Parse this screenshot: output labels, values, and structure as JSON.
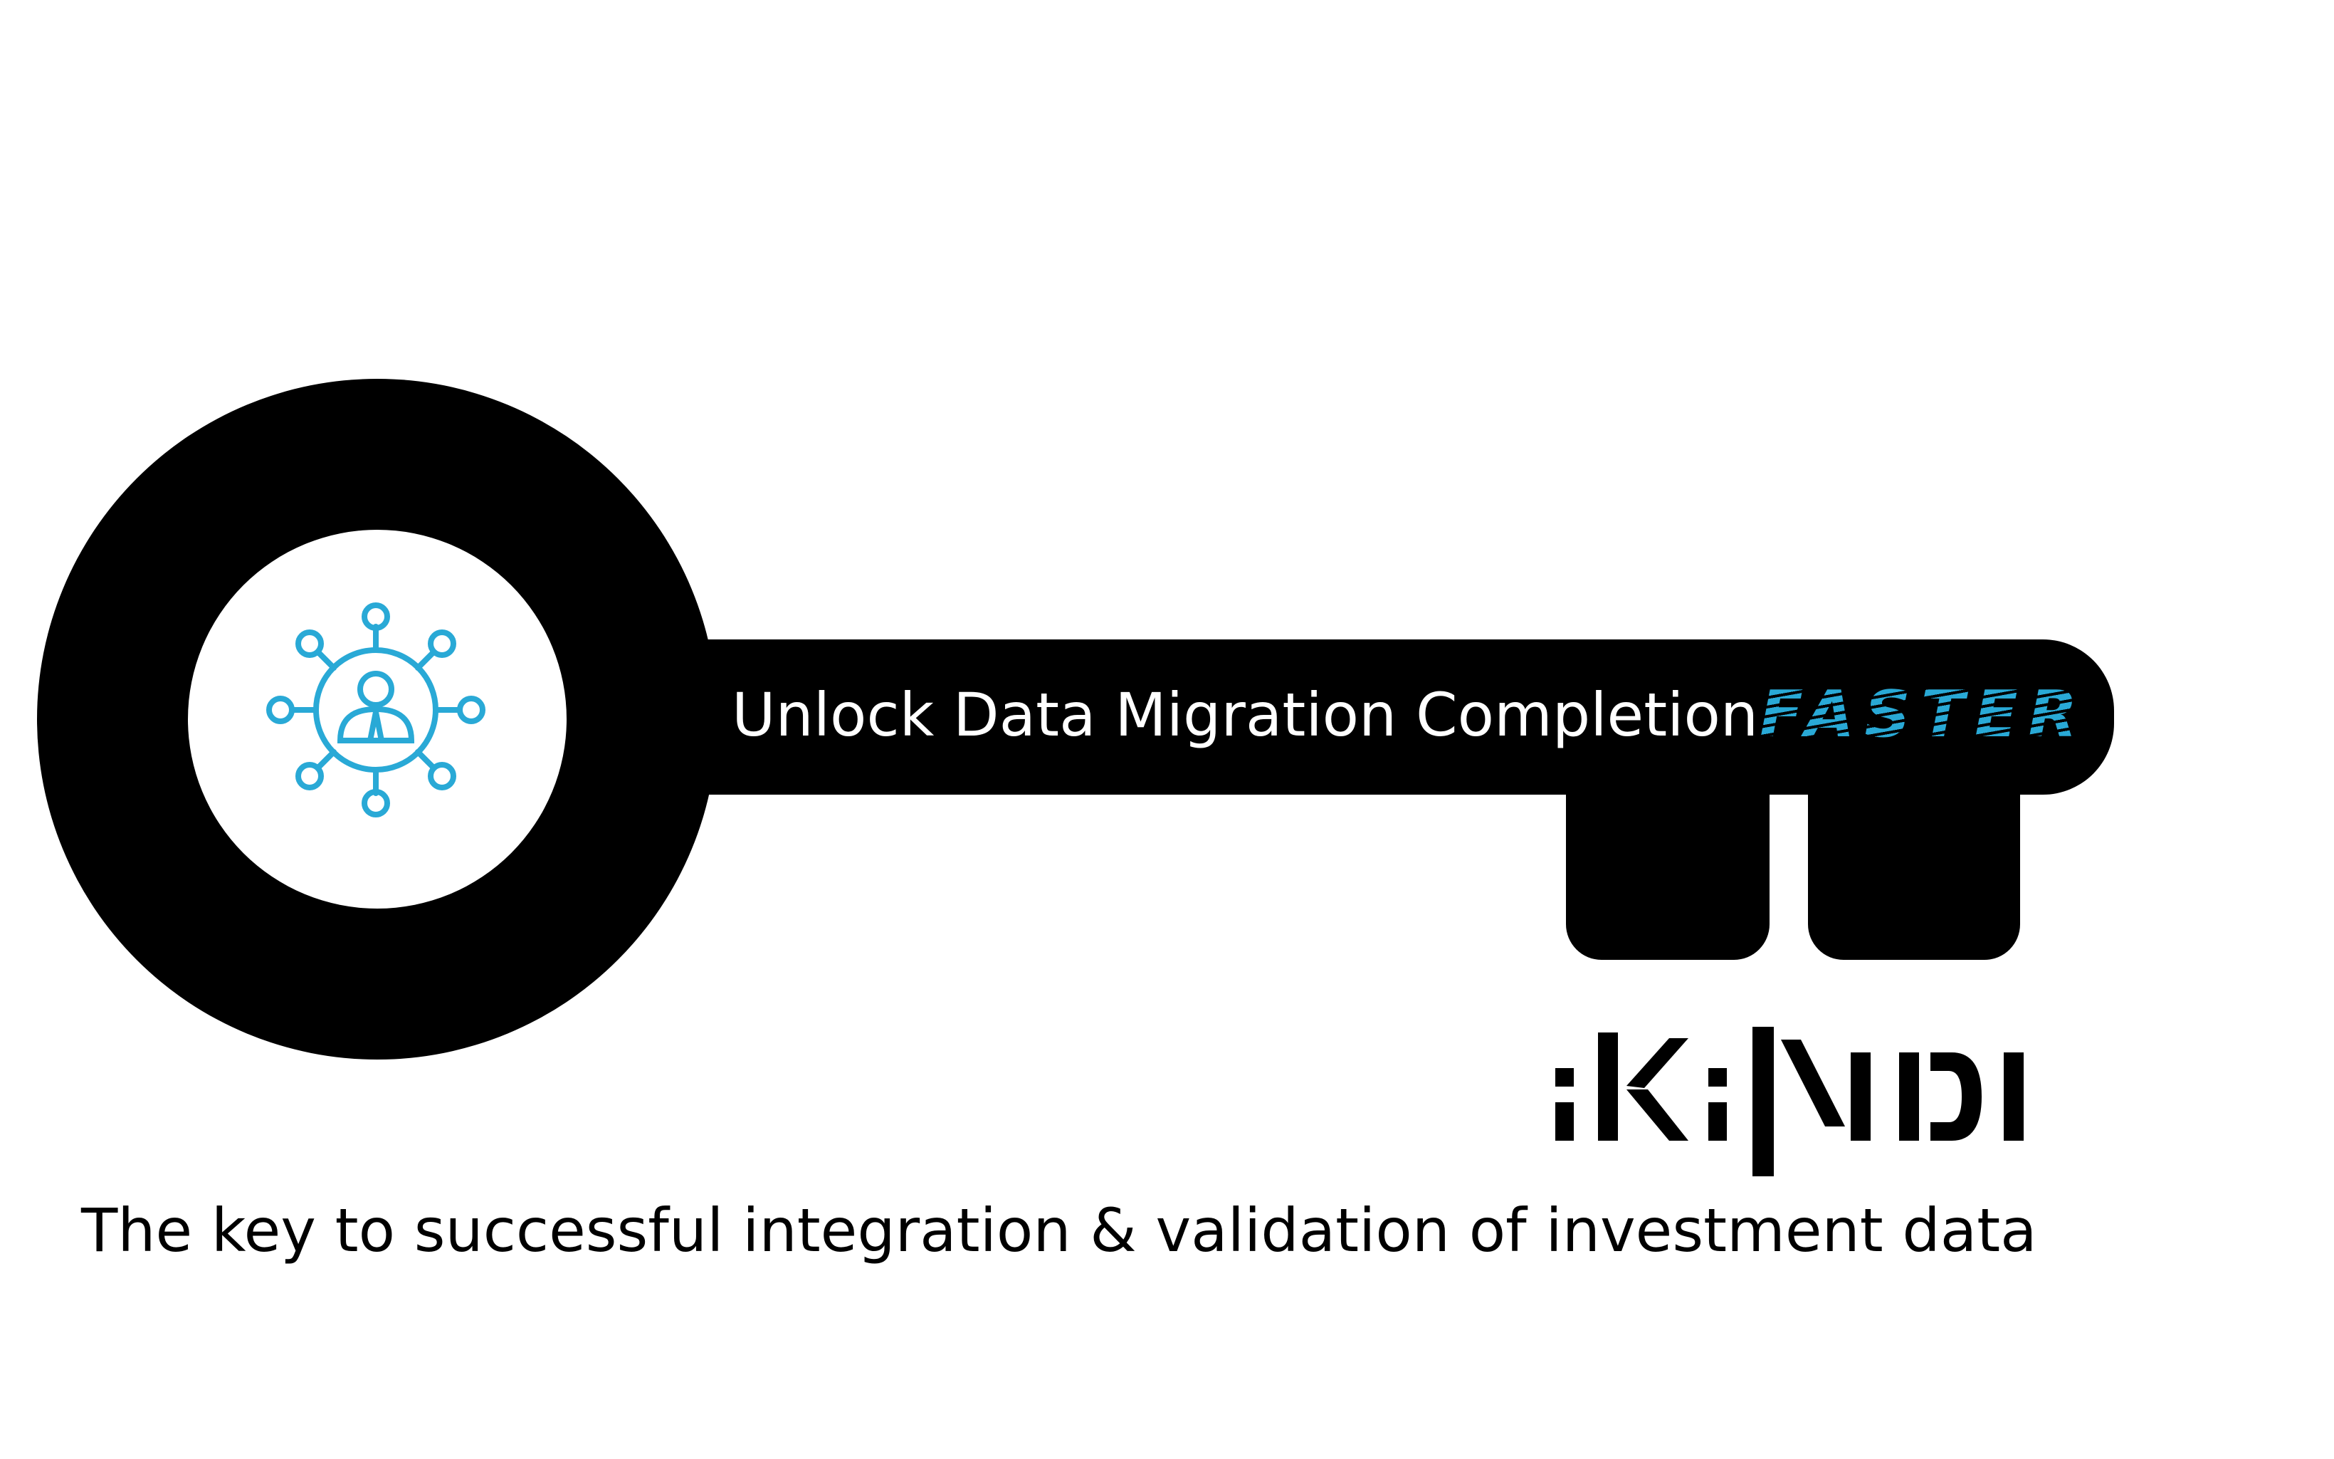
{
  "tagline": {
    "text": "Unlock Data Migration Completion",
    "emphasis": "FASTER"
  },
  "brand": {
    "wordmark": "ikindi"
  },
  "caption": "The key to successful integration & validation of investment data",
  "icons": {
    "center_icon": "user-network-icon"
  },
  "colors": {
    "key": "#000000",
    "accent": "#29a9d6",
    "background": "#ffffff",
    "tagline_text": "#ffffff",
    "caption_text": "#000000"
  }
}
